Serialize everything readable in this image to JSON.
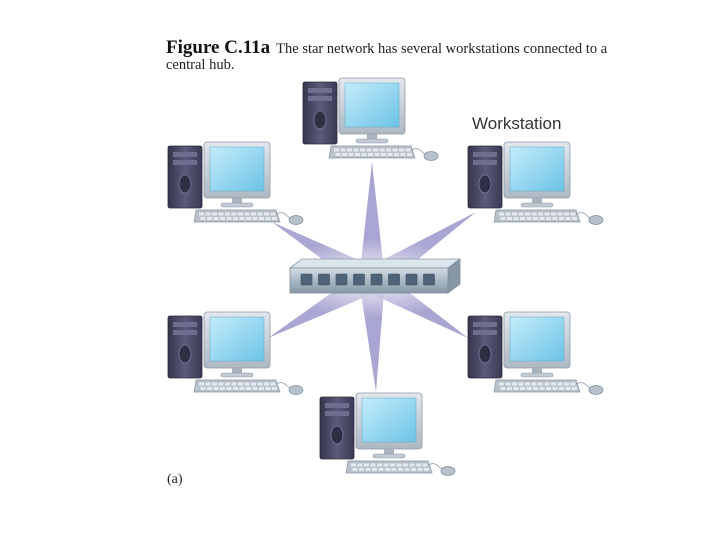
{
  "figure": {
    "label": "Figure C.11a",
    "caption": "The star network has several workstations connected to a central hub.",
    "node_label": "Workstation",
    "sub_label": "(a)"
  },
  "diagram": {
    "type": "star-network",
    "hub": {
      "ports": 8
    },
    "workstation_count": 6,
    "colors": {
      "link": "#8e88c4",
      "hub": "#aab7c4",
      "monitor_screen": "#8fd3ee",
      "monitor_frame": "#c9d0d8",
      "tower": "#4a4a66",
      "keyboard": "#b9c1cb"
    }
  }
}
